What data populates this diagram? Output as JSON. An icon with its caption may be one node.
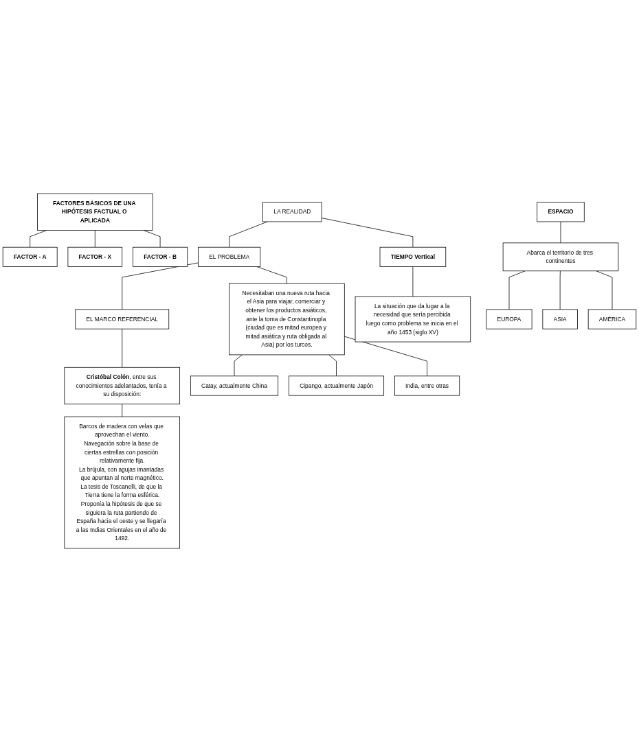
{
  "diagram": {
    "nodes": [
      {
        "text": [
          "FACTORES BÁSICOS DE UNA HIPÓTESIS FACTUAL O APLICADA"
        ]
      },
      {
        "text": [
          "FACTOR - A"
        ]
      },
      {
        "text": [
          "FACTOR - X"
        ]
      },
      {
        "text": [
          "FACTOR - B"
        ]
      },
      {
        "text": [
          "LA REALIDAD"
        ]
      },
      {
        "text": [
          "EL PROBLEMA"
        ]
      },
      {
        "text": [
          "EL MARCO REFERENCIAL"
        ]
      },
      {
        "text": [
          "**Cristóbal Colón**, entre sus conocimientos adelantados, tenía a su disposición:"
        ]
      },
      {
        "text": [
          "Barcos de madera con velas que aprovechan el viento.",
          "Navegación sobre la base de ciertas estrellas con posición relativamente fija.",
          "La brújula, con agujas imantadas que apuntan al norte magnético.",
          "La tesis de Toscanelli, de que la Tierra tiene la forma esférica.",
          "Proponía la hipótesis de que se siguiera la ruta partiendo de España hacia el oeste y se llegaría a las Indias Orientales en el año de 1492."
        ]
      },
      {
        "text": [
          "Necesitaban una nueva ruta hacia el Asia para viajar, comerciar y obtener los productos asiáticos, ante la toma de Constantinopla (ciudad que es mitad europea y mitad asiática y ruta obligada al Asia) por los turcos."
        ]
      },
      {
        "text": [
          "Catay, actualmente China"
        ]
      },
      {
        "text": [
          "Cipango, actualmente Japón"
        ]
      },
      {
        "text": [
          "India, entre otras"
        ]
      },
      {
        "text": [
          "TIEMPO Vertical"
        ]
      },
      {
        "text": [
          "La situación que da lugar a la necesidad que sería percibida luego como problema se inicia en el año 1453 (siglo XV)"
        ]
      },
      {
        "text": [
          "ESPACIO"
        ]
      },
      {
        "text": [
          "Abarca el territorio de tres continentes"
        ]
      },
      {
        "text": [
          "EUROPA"
        ]
      },
      {
        "text": [
          "ASIA"
        ]
      },
      {
        "text": [
          "AMÉRICA"
        ]
      }
    ],
    "edges": [
      {
        "from": 0,
        "to": 1,
        "arrow": "none"
      },
      {
        "from": 0,
        "to": 2,
        "arrow": "none"
      },
      {
        "from": 0,
        "to": 3,
        "arrow": "none"
      },
      {
        "from": 4,
        "to": 5,
        "arrow": "none"
      },
      {
        "from": 5,
        "to": 6,
        "arrow": "none"
      },
      {
        "from": 6,
        "to": 7,
        "arrow": "none"
      },
      {
        "from": 7,
        "to": 8,
        "arrow": "none"
      },
      {
        "from": 4,
        "to": 13,
        "arrow": "none"
      },
      {
        "from": 5,
        "to": 9,
        "arrow": "none"
      },
      {
        "from": 9,
        "to": 10,
        "arrow": "none"
      },
      {
        "from": 9,
        "to": 11,
        "arrow": "none"
      },
      {
        "from": 9,
        "to": 12,
        "arrow": "none"
      },
      {
        "from": 13,
        "to": 14,
        "arrow": "none"
      },
      {
        "from": 15,
        "to": 16,
        "arrow": "none"
      },
      {
        "from": 16,
        "to": 17,
        "arrow": "none"
      },
      {
        "from": 16,
        "to": 18,
        "arrow": "none"
      },
      {
        "from": 16,
        "to": 19,
        "arrow": "none"
      }
    ]
  }
}
